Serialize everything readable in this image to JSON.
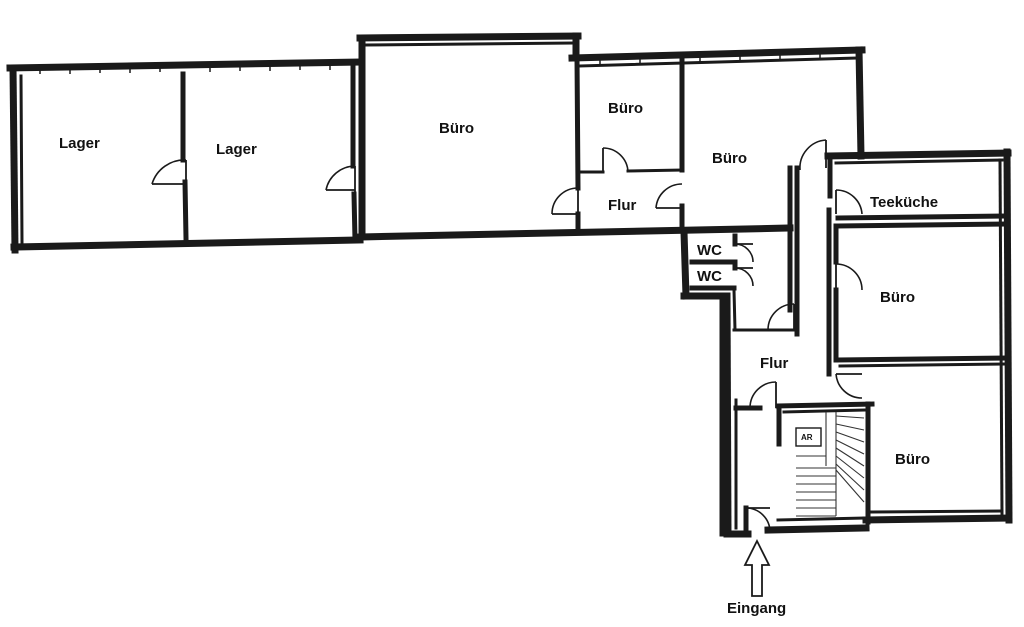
{
  "rooms": {
    "lager_1": "Lager",
    "lager_2": "Lager",
    "buero_large": "Büro",
    "buero_small": "Büro",
    "buero_mid": "Büro",
    "flur_upper": "Flur",
    "teekueche": "Teeküche",
    "wc_1": "WC",
    "wc_2": "WC",
    "buero_right_upper": "Büro",
    "flur_lower": "Flur",
    "buero_right_lower": "Büro"
  },
  "stair": {
    "label": "AR"
  },
  "entrance": {
    "label": "Eingang",
    "arrow_icon": "up-arrow-icon"
  },
  "colors": {
    "wall": "#1a1a1a",
    "background": "#ffffff"
  }
}
